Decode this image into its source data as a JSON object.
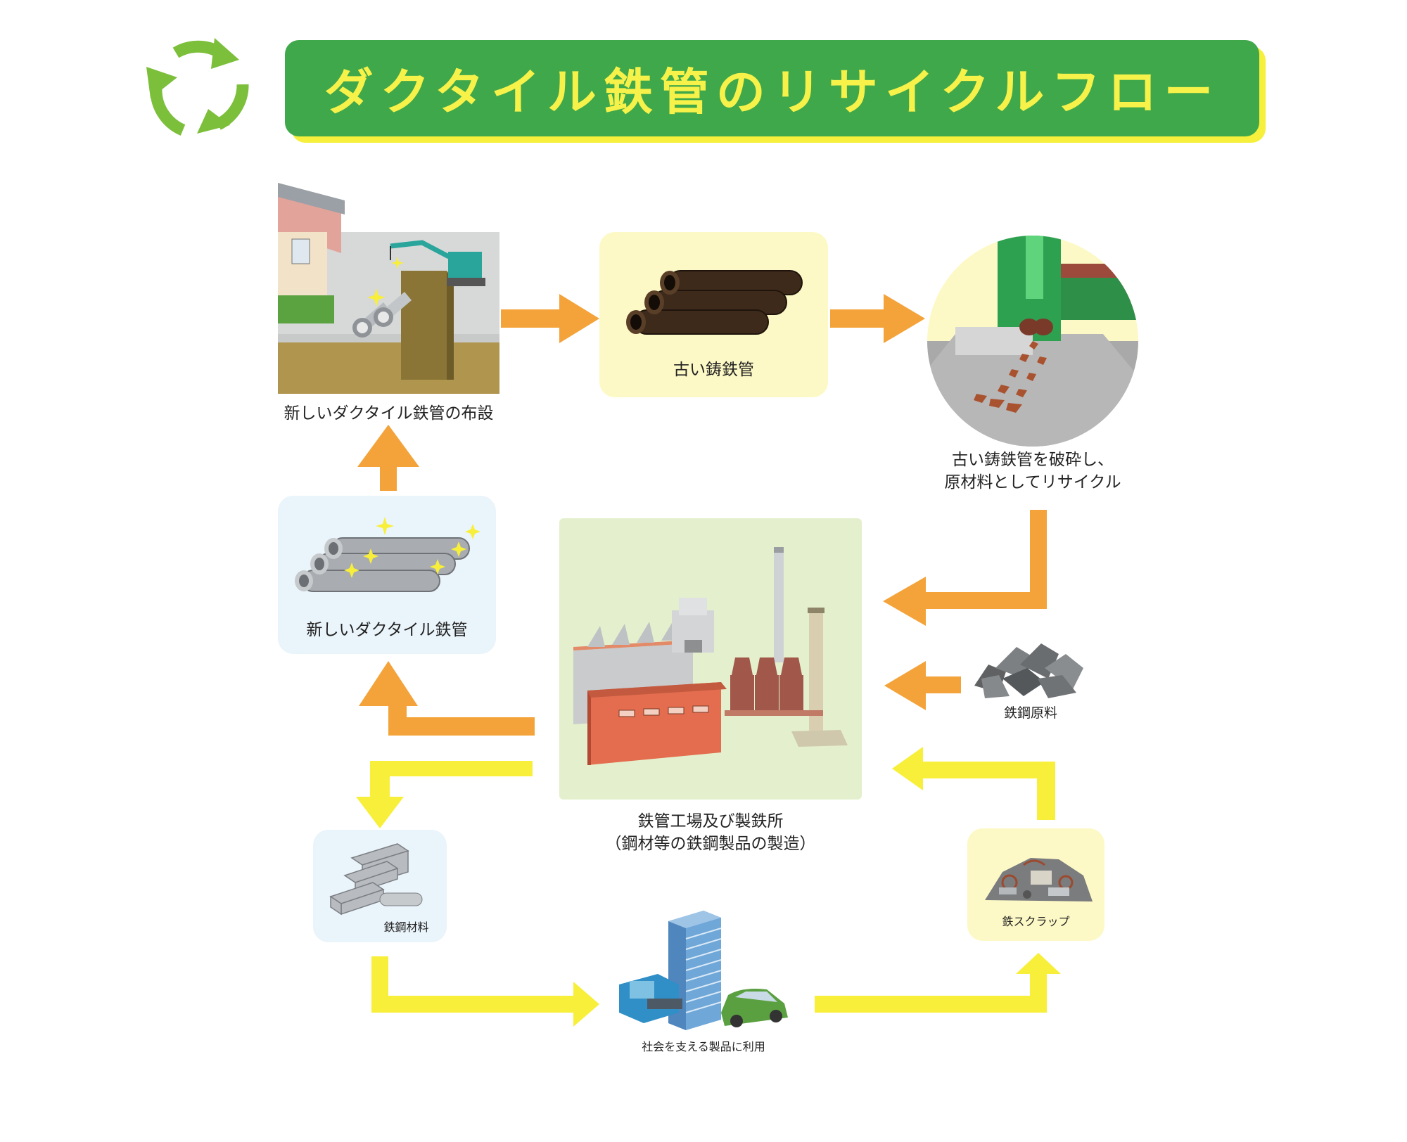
{
  "title": "ダクタイル鉄管のリサイクルフロー",
  "colors": {
    "banner_green": "#3fa84a",
    "banner_text": "#f7f24a",
    "banner_shadow": "#f6ef3c",
    "arrow_orange": "#f4a33a",
    "arrow_yellow": "#f8ef3a",
    "panel_yellow": "#fdf9c6",
    "panel_blue": "#eaf4fb",
    "panel_green": "#e4f0cd"
  },
  "nodes": {
    "new_pipe_laying": "新しいダクタイル鉄管の布設",
    "old_cast_iron_pipe": "古い鋳鉄管",
    "crush_recycle": {
      "line1": "古い鋳鉄管を破砕し、",
      "line2": "原材料としてリサイクル"
    },
    "new_ductile_pipe": "新しいダクタイル鉄管",
    "factory": {
      "line1": "鉄管工場及び製鉄所",
      "line2": "（鋼材等の鉄鋼製品の製造）"
    },
    "steel_raw_material": "鉄鋼原料",
    "steel_materials": "鉄鋼材料",
    "iron_scrap": "鉄スクラップ",
    "society_products": "社会を支える製品に利用"
  },
  "icons": {
    "recycle": "recycle-icon",
    "excavator_scene": "pipe-laying-scene-icon",
    "old_pipes": "old-pipes-icon",
    "crusher": "crusher-icon",
    "new_pipes": "new-pipes-icon",
    "factory": "factory-icon",
    "ore": "ore-pile-icon",
    "steel_beams": "steel-beams-icon",
    "scrap": "scrap-pile-icon",
    "products": "city-products-icon"
  }
}
